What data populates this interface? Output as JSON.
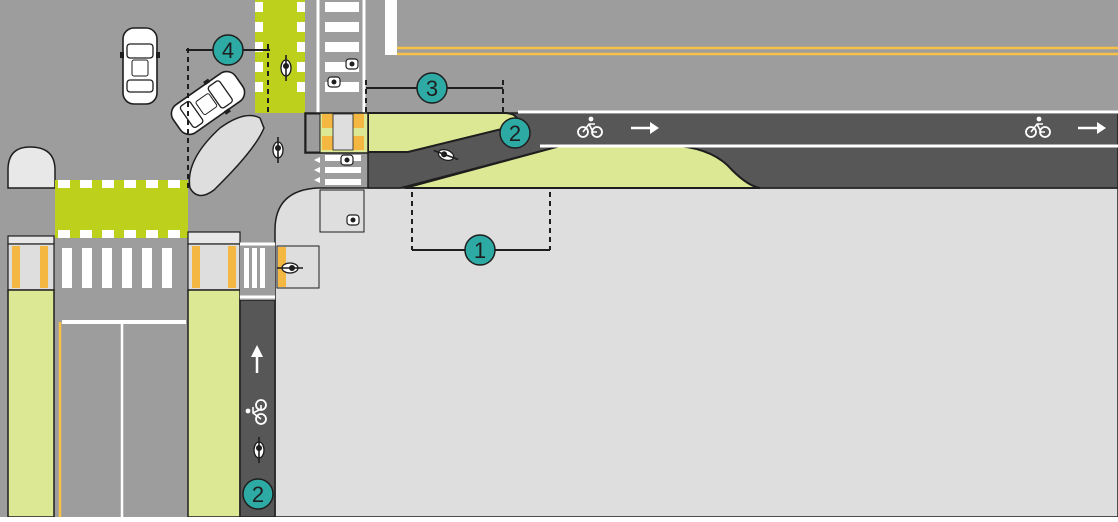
{
  "colors": {
    "road": "#9d9d9d",
    "bike_lane": "#575757",
    "sidewalk": "#dedede",
    "buffer_green": "#dde894",
    "conflict_green": "#bcd01c",
    "marker_teal": "#2eaaa5",
    "yellow_line": "#f7c146",
    "orange_bollard": "#f3b742",
    "white": "#ffffff",
    "outline": "#1e1e1e"
  },
  "callouts": {
    "c1": "1",
    "c2_top": "2",
    "c2_bottom": "2",
    "c3": "3",
    "c4": "4"
  },
  "icons": {
    "bike_symbol": "bicycle-icon",
    "arrow": "arrow-right-icon",
    "arrow_up": "arrow-up-icon",
    "car": "car-icon",
    "cyclist": "cyclist-icon",
    "pedestrian": "pedestrian-icon"
  }
}
